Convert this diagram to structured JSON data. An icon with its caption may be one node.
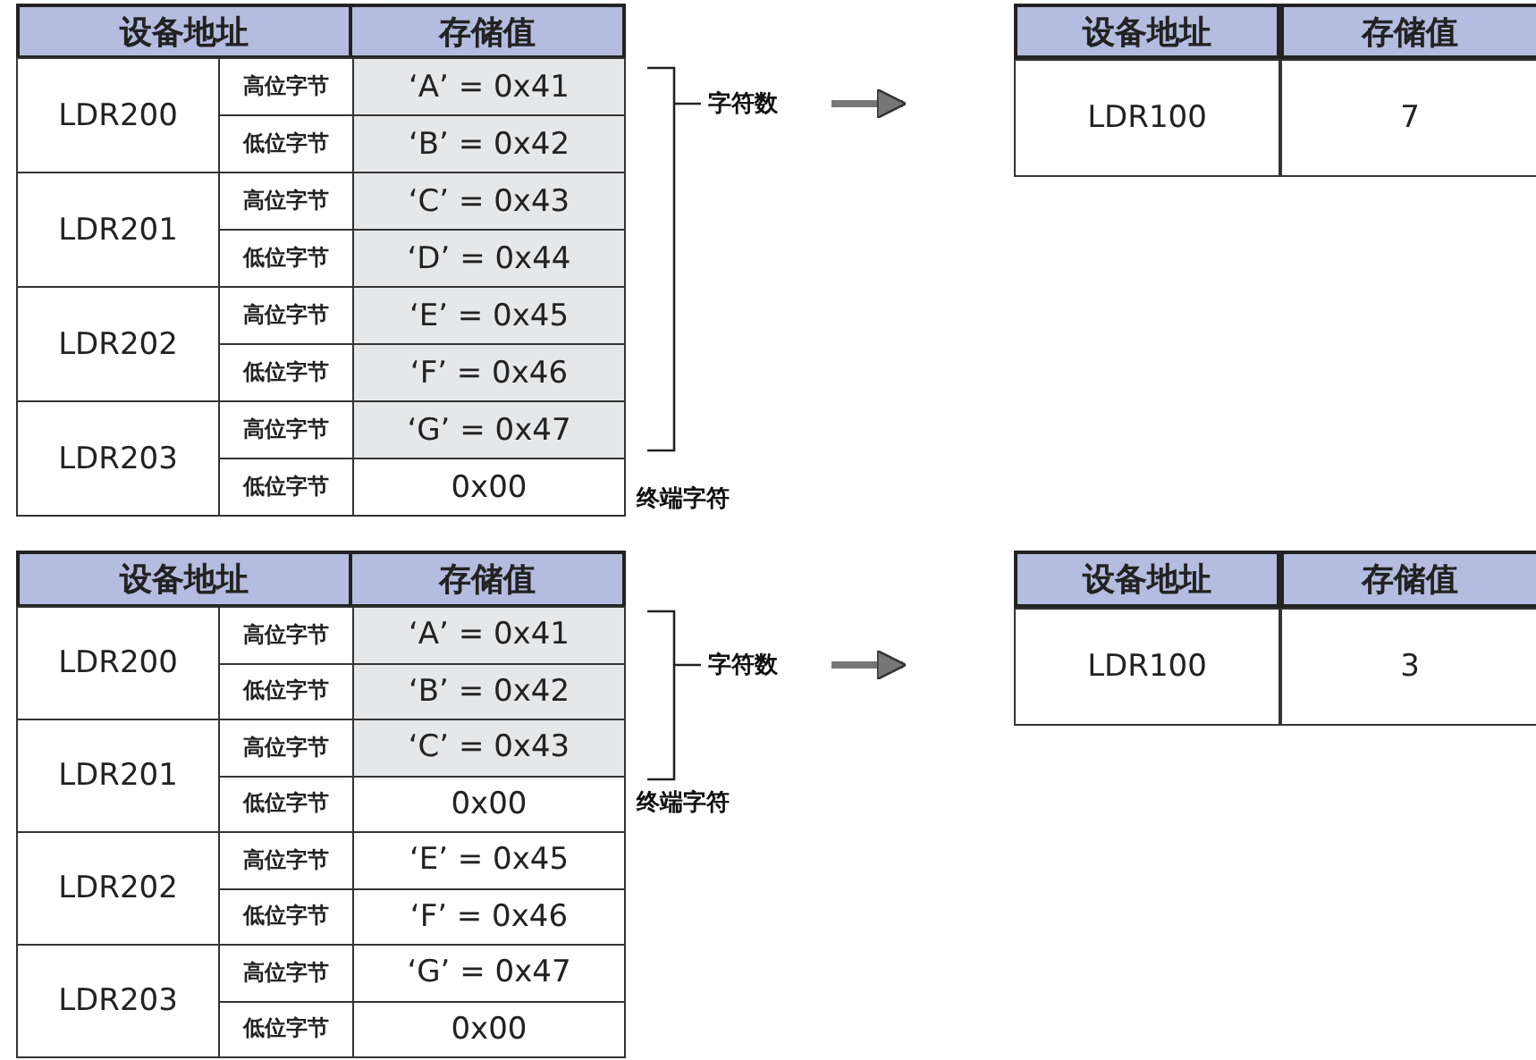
{
  "diagram": {
    "nodes": [
      {
        "text": [
          "字符数"
        ]
      },
      {
        "text": [
          "设备地址",
          "存储值",
          "LDR100",
          "7"
        ]
      },
      {
        "text": [
          "字符数"
        ]
      },
      {
        "text": [
          "设备地址",
          "存储值",
          "LDR100",
          "3"
        ]
      }
    ],
    "edges": [
      {
        "from": 0,
        "to": 1,
        "arrow": "to"
      },
      {
        "from": 2,
        "to": 3,
        "arrow": "to"
      }
    ],
    "labels": [
      "设备地址",
      "存储值",
      "LDR200",
      "高位字节",
      "‘A’ = 0x41",
      "低位字节",
      "‘B’ = 0x42",
      "LDR201",
      "高位字节",
      "‘C’ = 0x43",
      "低位字节",
      "‘D’ = 0x44",
      "LDR202",
      "高位字节",
      "‘E’ = 0x45",
      "低位字节",
      "‘F’ = 0x46",
      "LDR203",
      "高位字节",
      "‘G’ = 0x47",
      "低位字节",
      "0x00",
      "终端字符",
      "设备地址",
      "存储值",
      "LDR200",
      "高位字节",
      "‘A’ = 0x41",
      "低位字节",
      "‘B’ = 0x42",
      "LDR201",
      "高位字节",
      "‘C’ = 0x43",
      "低位字节",
      "0x00",
      "LDR202",
      "高位字节",
      "‘E’ = 0x45",
      "低位字节",
      "‘F’ = 0x46",
      "LDR203",
      "高位字节",
      "‘G’ = 0x47",
      "低位字节",
      "0x00",
      "终端字符"
    ]
  }
}
